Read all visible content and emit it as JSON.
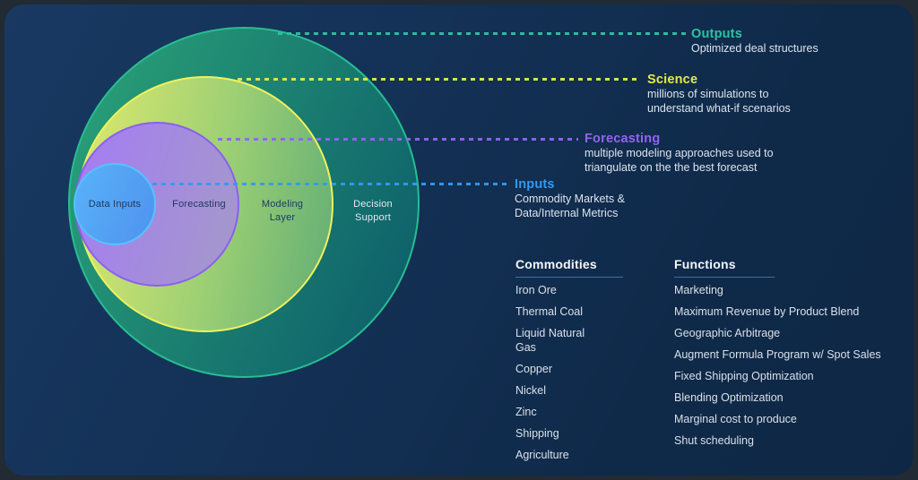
{
  "theme": {
    "page_bg": "#222a34",
    "card_bg_from": "#183962",
    "card_bg_to": "#0e2744",
    "underline_color": "#416f9c",
    "body_text": "#dde4ed",
    "venn_label_dark": "#1d3a60",
    "venn_label_light": "#e3e9f1"
  },
  "venn": {
    "layers": [
      {
        "label": "Data Inputs",
        "fill_from": "#58b3f8",
        "fill_to": "#4f92ee",
        "border": "#54c3fd"
      },
      {
        "label": "Forecasting",
        "fill_from": "#a47ff0",
        "fill_to": "#a495cf",
        "border": "#8b5ff2"
      },
      {
        "label": "Modeling Layer",
        "fill_from": "#d8e76e",
        "fill_to": "#68b175",
        "border": "#eef25c"
      },
      {
        "label": "Decision Support",
        "fill_from": "#2ba478",
        "fill_to": "#0b5a69",
        "border": "#27bd92"
      }
    ]
  },
  "callouts": [
    {
      "title": "Outputs",
      "color": "#2cc3a0",
      "desc_lines": [
        "Optimized deal structures"
      ]
    },
    {
      "title": "Science",
      "color": "#e3e94e",
      "desc_lines": [
        "millions of simulations to",
        "understand what-if scenarios"
      ]
    },
    {
      "title": "Forecasting",
      "color": "#9263f5",
      "desc_lines": [
        "multiple modeling approaches used to",
        "triangulate on the the best forecast"
      ]
    },
    {
      "title": "Inputs",
      "color": "#3399f0",
      "desc_lines": [
        "Commodity Markets &",
        "Data/Internal Metrics"
      ]
    }
  ],
  "commodities": {
    "header": "Commodities",
    "items": [
      "Iron Ore",
      "Thermal Coal",
      "Liquid Natural Gas",
      "Copper",
      "Nickel",
      "Zinc",
      "Shipping",
      "Agriculture"
    ]
  },
  "functions": {
    "header": "Functions",
    "items": [
      "Marketing",
      "Maximum Revenue by Product Blend",
      "Geographic Arbitrage",
      "Augment Formula Program w/ Spot Sales",
      "Fixed Shipping Optimization",
      "Blending Optimization",
      "Marginal cost to produce",
      "Shut scheduling"
    ]
  }
}
